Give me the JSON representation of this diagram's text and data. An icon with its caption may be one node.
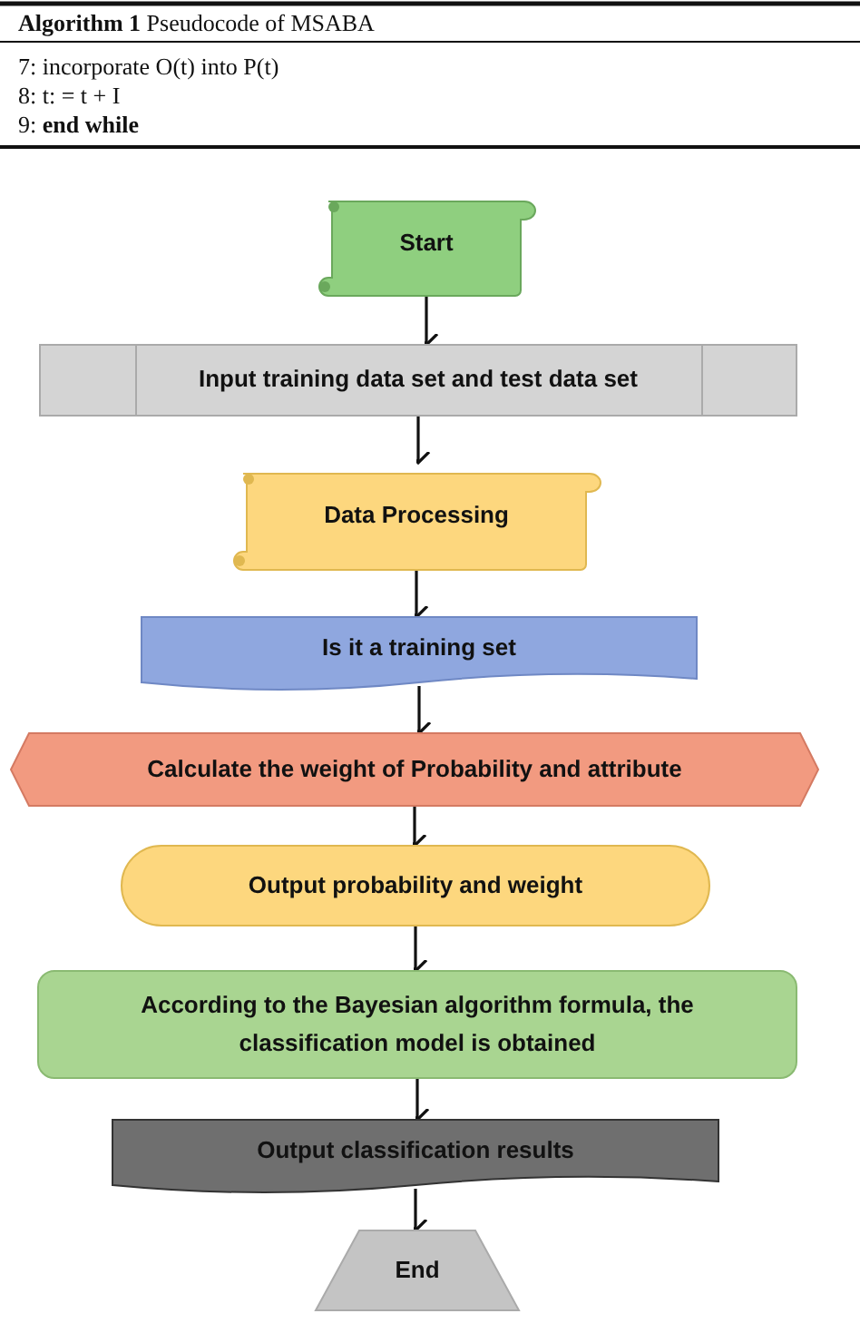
{
  "diagram": {
    "nodes": [
      {
        "text": [
          "Start"
        ]
      },
      {
        "text": [
          "Input training data set and test data set"
        ]
      },
      {
        "text": [
          "Data Processing"
        ]
      },
      {
        "text": [
          "Is it a training set"
        ]
      },
      {
        "text": [
          "Calculate the weight of Probability and attribute"
        ]
      },
      {
        "text": [
          "Output probability and weight"
        ]
      },
      {
        "text": [
          "According to the Bayesian algorithm formula, the classification model is obtained"
        ]
      },
      {
        "text": [
          "Output classification results"
        ]
      },
      {
        "text": [
          "End"
        ]
      }
    ],
    "edges": [
      {
        "from": 0,
        "to": 1,
        "arrow": "to"
      },
      {
        "from": 1,
        "to": 2,
        "arrow": "to"
      },
      {
        "from": 2,
        "to": 3,
        "arrow": "to"
      },
      {
        "from": 3,
        "to": 4,
        "arrow": "to"
      },
      {
        "from": 4,
        "to": 5,
        "arrow": "to"
      },
      {
        "from": 5,
        "to": 6,
        "arrow": "to"
      },
      {
        "from": 6,
        "to": 7,
        "arrow": "to"
      },
      {
        "from": 7,
        "to": 8,
        "arrow": "to"
      }
    ],
    "labels": [
      "**Algorithm 1** Pseudocode of MSABA",
      "7: incorporate O(t) into P(t)",
      "8: t: = t + I",
      "9: **end while**"
    ]
  }
}
